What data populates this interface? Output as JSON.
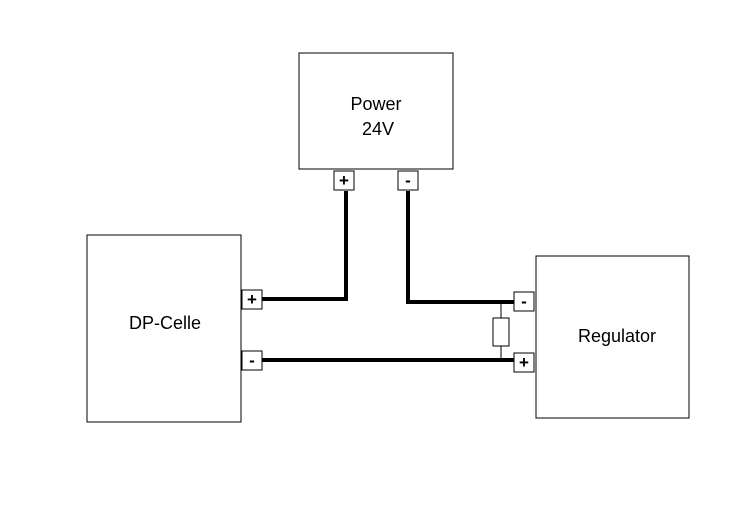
{
  "power": {
    "label_line1": "Power",
    "label_line2": "24V",
    "terminal_plus": "+",
    "terminal_minus": "-"
  },
  "dp_celle": {
    "label": "DP-Celle",
    "terminal_plus": "+",
    "terminal_minus": "-"
  },
  "regulator": {
    "label": "Regulator",
    "terminal_minus": "-",
    "terminal_plus": "+"
  }
}
